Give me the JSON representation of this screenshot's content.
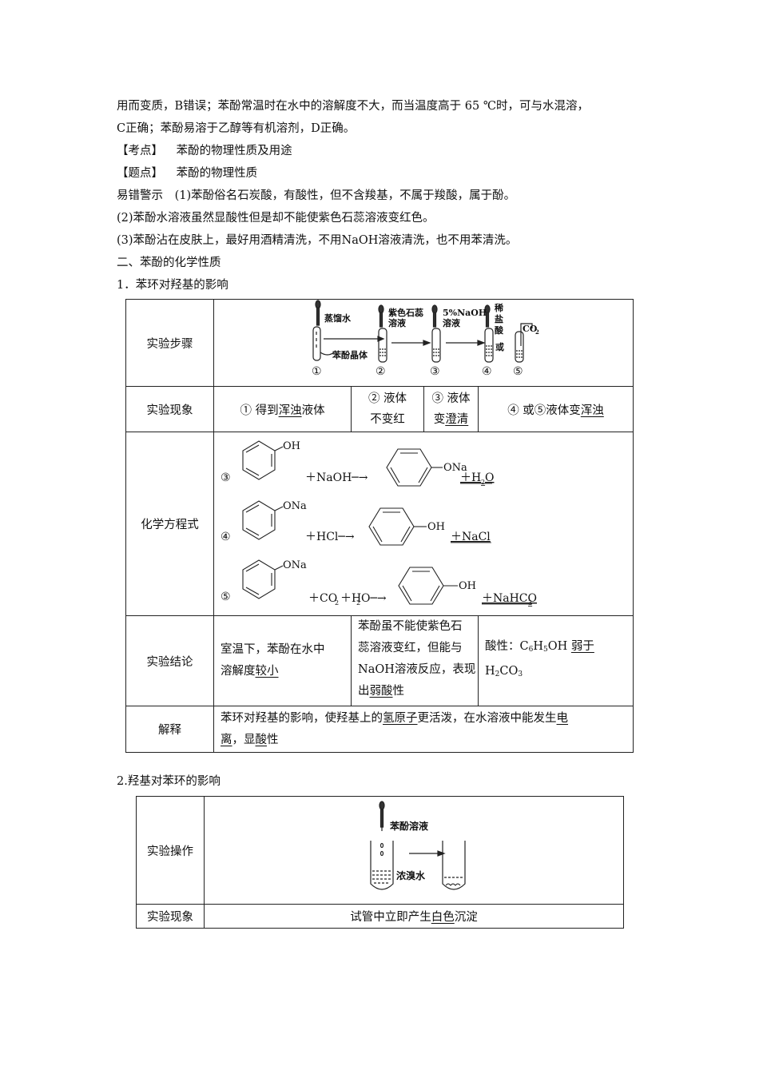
{
  "paragraphs": {
    "line1": "用而变质，B错误；苯酚常温时在水中的溶解度不大，而当温度高于 65 ℃时，可与水混溶，",
    "line2": "C正确；苯酚易溶于乙醇等有机溶剂，D正确。",
    "kaodian_tag": "【考点】",
    "kaodian": "苯酚的物理性质及用途",
    "tidian_tag": "【题点】",
    "tidian": "苯酚的物理性质",
    "warning_tag": "易错警示",
    "warning1": "(1)苯酚俗名石炭酸，有酸性，但不含羧基，不属于羧酸，属于酚。",
    "warning2": "(2)苯酚水溶液虽然显酸性但是却不能使紫色石蕊溶液变红色。",
    "warning3": "(3)苯酚沾在皮肤上，最好用酒精清洗，不用NaOH溶液清洗，也不用苯清洗。",
    "section2": "二、苯酚的化学性质",
    "sub1": "1．苯环对羟基的影响",
    "sub2": "2.羟基对苯环的影响"
  },
  "table1": {
    "step_label": "实验步骤",
    "phenomenon_label": "实验现象",
    "equation_label": "化学方程式",
    "conclusion_label": "实验结论",
    "explain_label": "解释",
    "apparatus": {
      "water": "蒸馏水",
      "crystal": "苯酚晶体",
      "litmus1": "紫色石蕊",
      "litmus2": "溶液",
      "naoh1": "5%NaOH",
      "naoh2": "溶液",
      "acid1": "稀",
      "acid2": "盐",
      "acid3": "酸",
      "or": "或",
      "co2": "CO",
      "n1": "①",
      "n2": "②",
      "n3": "③",
      "n4": "④",
      "n5": "⑤"
    },
    "phen1_pre": "① 得到",
    "phen1_u": "浑浊",
    "phen1_post": "液体",
    "phen2_a": "② 液体",
    "phen2_b": "不变红",
    "phen3_a": "③ 液体",
    "phen3_b_pre": "变",
    "phen3_b_u": "澄清",
    "phen4_pre": "④ 或⑤液体变",
    "phen4_u": "浑浊",
    "eq": {
      "n3": "③",
      "n4": "④",
      "n5": "⑤",
      "oh": "OH",
      "ona": "ONa",
      "r3_mid": "＋NaOH─→",
      "r3_tail": "＋H",
      "r3_tail2": "O",
      "r4_mid": "＋HCl─→",
      "r4_tail": "＋NaCl",
      "r5_mid_a": "＋CO",
      "r5_mid_b": "＋H",
      "r5_mid_c": "O─→",
      "r5_tail": "＋NaHCO"
    },
    "conc1_a": "室温下，苯酚在水中",
    "conc1_b_pre": "溶解度",
    "conc1_b_u": "较小",
    "conc2_a": "苯酚虽不能使紫色石",
    "conc2_b": "蕊溶液变红，但能与",
    "conc2_c": "NaOH溶液反应，表现",
    "conc2_d_pre": "出",
    "conc2_d_u": "弱酸",
    "conc2_d_post": "性",
    "conc3_pre": "酸性：C",
    "conc3_h": "H",
    "conc3_oh": "OH ",
    "conc3_u": "弱于",
    "conc3_b": "H",
    "conc3_b2": "CO",
    "exp_a_pre": "苯环对羟基的影响，使羟基上的",
    "exp_a_u": "氢原子",
    "exp_a_mid": "更活泼，在水溶液中能发生",
    "exp_a_u2": "电",
    "exp_b_u": "离",
    "exp_b_mid": "，显",
    "exp_b_u2": "酸",
    "exp_b_post": "性"
  },
  "table2": {
    "op_label": "实验操作",
    "phen_label": "实验现象",
    "solution": "苯酚溶液",
    "bromine": "浓溴水",
    "result_pre": "试管中立即产生",
    "result_u": "白色",
    "result_post": "沉淀"
  }
}
